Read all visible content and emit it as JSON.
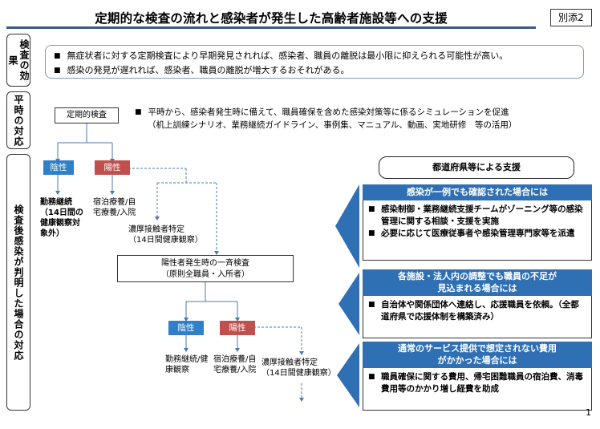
{
  "title": "定期的な検査の流れと感染者が発生した高齢者施設等への支援",
  "tag": "別添2",
  "sections": {
    "effect": "検査の効果",
    "normal": "平時の対応",
    "after": "検査後感染が判明した場合の対応"
  },
  "effect_bullets": [
    "無症状者に対する定期検査により早期発見されれば、感染者、職員の離脱は最小限に抑えられる可能性が高い。",
    "感染の発見が遅れれば、感染者、職員の離脱が増大するおそれがある。"
  ],
  "regular_test": "定期的検査",
  "normal_text_line1": "平時から、感染者発生時に備えて、職員確保を含めた感染対策等に係るシミュレーションを促進",
  "normal_text_line2": "（机上訓練シナリオ、業務継続ガイドライン、事例集、マニュアル、動画、実地研修　等の活用）",
  "negative": "陰性",
  "positive": "陽性",
  "neg_result_1": "勤務継続",
  "neg_result_1_sub": "（14日間の健康観察対象外）",
  "pos_result_1": "宿泊療養/自宅療養/入院",
  "close_contact_1": "濃厚接触者特定",
  "close_contact_1_sub": "（14日間健康観察）",
  "mass_test": "陽性者発生時の一斉検査",
  "mass_test_sub": "（原則全職員・入所者）",
  "neg_result_2": "勤務継続/健康観察",
  "pos_result_2": "宿泊療養/自宅療養/入院",
  "close_contact_2": "濃厚接触者特定",
  "close_contact_2_sub": "（14日間健康観察）",
  "support_title": "都道府県等による支援",
  "panels": [
    {
      "header": "感染が一例でも確認された場合には",
      "bullets": [
        "感染制御・業務継続支援チームがゾーニング等の感染管理に関する相談・支援を実施",
        "必要に応じて医療従事者や感染管理専門家等を派遣"
      ]
    },
    {
      "header": "各施設・法人内の調整でも職員の不足が見込まれる場合には",
      "bullets": [
        "自治体や関係団体へ連絡し、応援職員を依頼。（全都道府県で応援体制を構築済み）"
      ]
    },
    {
      "header": "通常のサービス提供で想定されない費用がかかった場合には",
      "bullets": [
        "職員確保に関する費用、帰宅困難職員の宿泊費、消毒費用等のかかり増し経費を助成"
      ]
    }
  ],
  "bullet_mark": "■",
  "page_number": "1",
  "colors": {
    "negative": "#2f7fc9",
    "positive": "#c0504d",
    "panel_header": "#2f6fb4",
    "arrow": "#2f6fb4"
  }
}
